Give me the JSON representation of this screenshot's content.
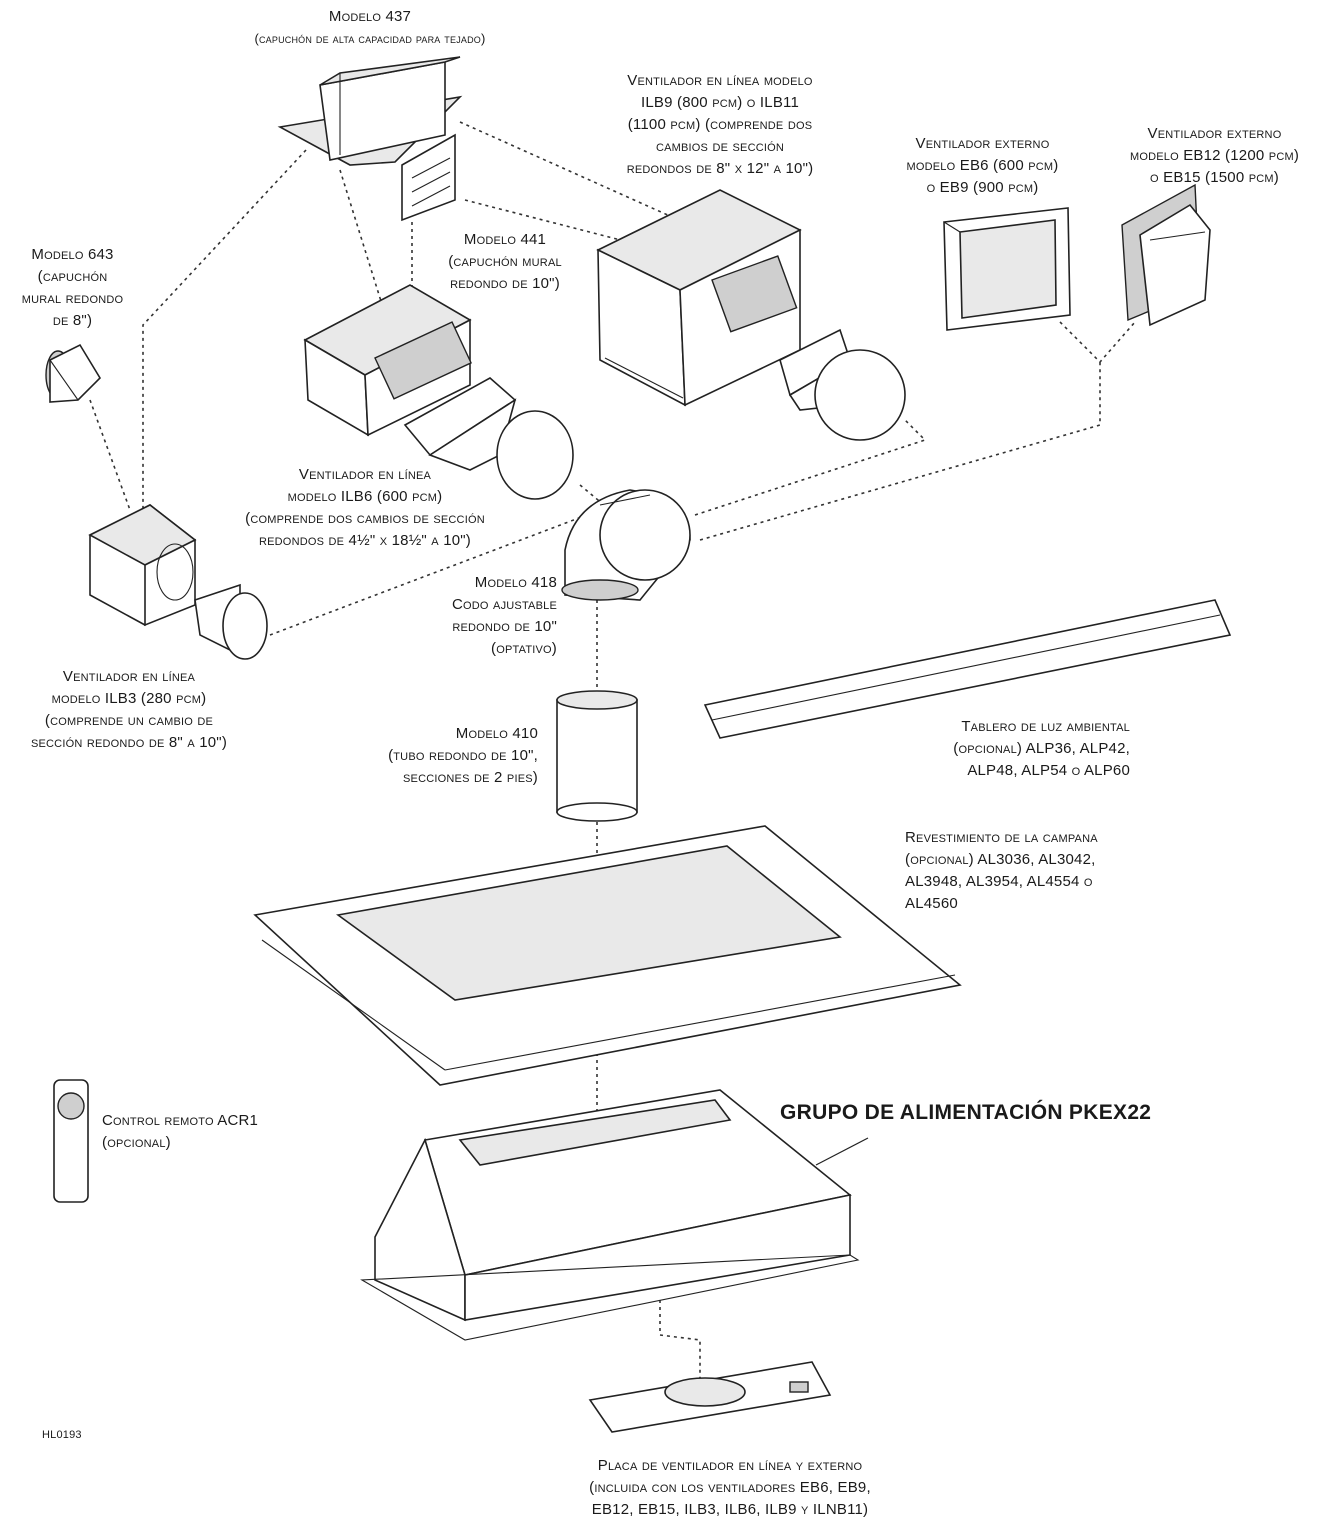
{
  "labels": {
    "m437": [
      "Modelo 437",
      "(capuchón de alta capacidad para tejado)"
    ],
    "ilb9": [
      "Ventilador en línea modelo",
      "ILB9 (800 pcm) o ILB11",
      "(1100 pcm) (comprende dos",
      "cambios de sección",
      "redondos de 8\" x 12\" a 10\")"
    ],
    "eb6": [
      "Ventilador externo",
      "modelo EB6 (600 pcm)",
      "o EB9 (900 pcm)"
    ],
    "eb12": [
      "Ventilador externo",
      "modelo EB12 (1200 pcm)",
      "o EB15 (1500 pcm)"
    ],
    "m643": [
      "Modelo 643",
      "(capuchón",
      "mural redondo",
      "de 8\")"
    ],
    "m441": [
      "Modelo 441",
      "(capuchón mural",
      "redondo de 10\")"
    ],
    "ilb6": [
      "Ventilador en línea",
      "modelo ILB6 (600 pcm)",
      "(comprende dos cambios de sección",
      "redondos de 4½\" x 18½\" a 10\")"
    ],
    "m418": [
      "Modelo 418",
      "Codo ajustable",
      "redondo de 10\"",
      "(optativo)"
    ],
    "ilb3": [
      "Ventilador en línea",
      "modelo ILB3 (280 pcm)",
      "(comprende un cambio de",
      "sección redondo de 8\" a 10\")"
    ],
    "m410": [
      "Modelo 410",
      "(tubo redondo de 10\",",
      "secciones de 2 pies)"
    ],
    "alp": [
      "Tablero de luz ambiental",
      "(opcional) ALP36, ALP42,",
      "ALP48, ALP54 o ALP60"
    ],
    "al": [
      "Revestimiento de la campana",
      "(opcional) AL3036, AL3042,",
      "AL3948, AL3954, AL4554 o",
      "AL4560"
    ],
    "acr1": [
      "Control remoto ACR1",
      "(opcional)"
    ],
    "pkex": "GRUPO DE ALIMENTACIÓN PKEX22",
    "plate": [
      "Placa de ventilador en línea y externo",
      "(incluida con los ventiladores EB6, EB9,",
      "EB12, EB15, ILB3, ILB6, ILB9 y ILNB11)"
    ],
    "code": "HL0193"
  }
}
